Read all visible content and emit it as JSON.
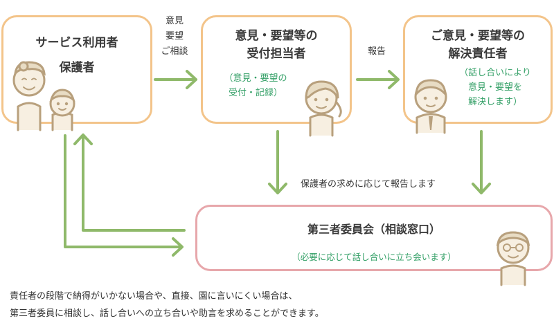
{
  "box_user": {
    "title_lines": [
      "サービス利用者",
      "保護者"
    ]
  },
  "box_reception": {
    "title_lines": [
      "意見・要望等の",
      "受付担当者"
    ],
    "note_lines": [
      "（意見・要望の",
      "受付・記録）"
    ]
  },
  "box_resolver": {
    "title_lines": [
      "ご意見・要望等の",
      "解決責任者"
    ],
    "note_lines": [
      "（話し合いにより",
      "意見・要望を",
      "解決します）"
    ]
  },
  "box_third_party": {
    "title": "第三者委員会（相談窓口）",
    "note": "（必要に応じて話し合いに立ち会います）"
  },
  "arrow_labels": {
    "user_to_reception": [
      "意見",
      "要望",
      "ご相談"
    ],
    "reception_to_resolver": "報告",
    "down_to_committee": "保護者の求めに応じて報告します"
  },
  "footer_lines": [
    "責任者の段階で納得がいかない場合や、直接、園に言いにくい場合は、",
    "第三者委員に相談し、話し合いへの立ち合いや助言を求めることができます。"
  ],
  "colors": {
    "arrow": "#8fb96a",
    "box_orange": "#f3c48a",
    "box_pink": "#e7a7ab",
    "note_green": "#34a067"
  }
}
